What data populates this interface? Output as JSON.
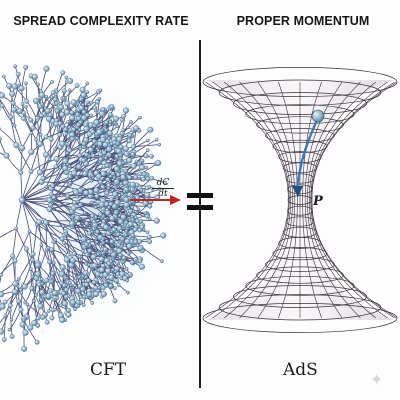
{
  "headings": {
    "left": "SPREAD COMPLEXITY RATE",
    "right": "PROPER MOMENTUM"
  },
  "captions": {
    "left": "CFT",
    "right": "AdS"
  },
  "labels": {
    "rate_numerator": "dC",
    "rate_denominator": "dt",
    "momentum": "P"
  },
  "icons": {
    "network": "branching-network-icon",
    "wormhole": "wormhole-grid-icon",
    "equals": "equals-sign-icon",
    "sparkle": "sparkle-icon"
  },
  "colors": {
    "text": "#161616",
    "network_line": "#4a4e7a",
    "node": "#7fb0cc",
    "arrow": "#c0261d",
    "grid": "#3a2f3a",
    "trajectory": "#3c78b4"
  }
}
